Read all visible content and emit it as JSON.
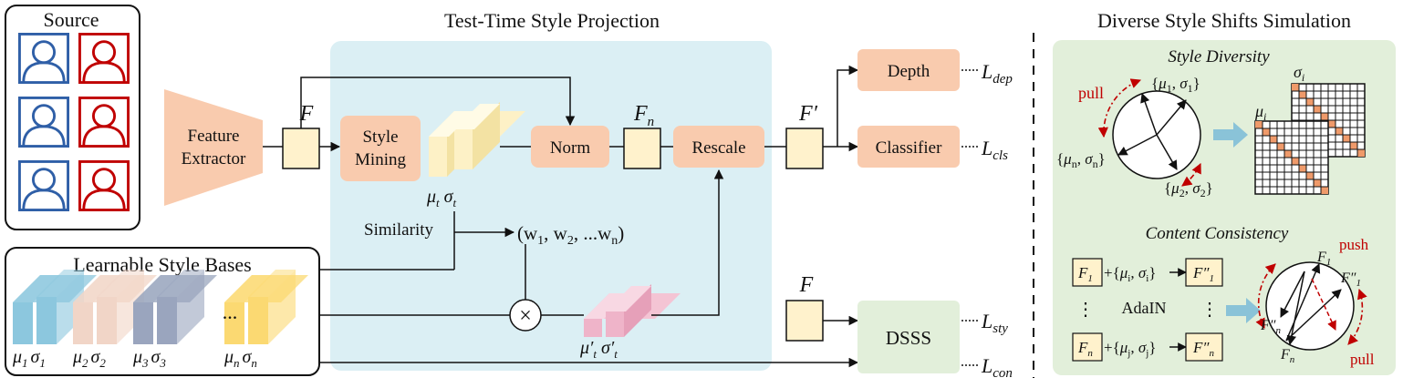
{
  "source": {
    "title": "Source",
    "faces": [
      {
        "color": "#2f5fa7"
      },
      {
        "color": "#c00000"
      },
      {
        "color": "#2f5fa7"
      },
      {
        "color": "#c00000"
      },
      {
        "color": "#2f5fa7"
      },
      {
        "color": "#c00000"
      }
    ]
  },
  "feature_extractor": {
    "line1": "Feature",
    "line2": "Extractor"
  },
  "F": "F",
  "ttsp": {
    "title": "Test-Time Style Projection",
    "style_mining_1": "Style",
    "style_mining_2": "Mining",
    "norm": "Norm",
    "Fn": "F",
    "Fn_sub": "n",
    "rescale": "Rescale",
    "mu_t": "μ",
    "t_sub": "t",
    "sigma_t": "σ",
    "similarity": "Similarity",
    "weights": "(w",
    "w1": "1",
    "w_mid1": ", w",
    "w2": "2",
    "w_mid2": ", ...w",
    "wn": "n",
    "w_end": ")",
    "times": "×",
    "mu_t_prime": "μ′",
    "sigma_t_prime": "σ′"
  },
  "bases": {
    "title": "Learnable Style Bases",
    "ellipsis": "...",
    "items": [
      {
        "mu": "μ",
        "sigma": "σ",
        "sub": "1",
        "color": "#8cc7de"
      },
      {
        "mu": "μ",
        "sigma": "σ",
        "sub": "2",
        "color": "#f1d5c7"
      },
      {
        "mu": "μ",
        "sigma": "σ",
        "sub": "3",
        "color": "#9aa5be"
      },
      {
        "mu": "μ",
        "sigma": "σ",
        "sub": "n",
        "color": "#fbd972"
      }
    ]
  },
  "heads": {
    "F_prime": "F′",
    "depth": "Depth",
    "classifier": "Classifier",
    "L": "L",
    "dep": "dep",
    "cls": "cls",
    "F_dsss": "F",
    "dsss": "DSSS",
    "sty": "sty",
    "con": "con"
  },
  "dsss": {
    "title": "Diverse Style Shifts Simulation",
    "style_diversity": "Style Diversity",
    "pull": "pull",
    "push": "push",
    "mu": "μ",
    "sigma": "σ",
    "i_sub": "i",
    "content_consistency": "Content Consistency",
    "adain": "AdaIN",
    "vdots": "⋮"
  },
  "colors": {
    "panel_blue": "#dbeff4",
    "panel_green": "#e2efda",
    "salmon": "#f9cbae",
    "cream": "#fff2cc",
    "arrow_light_blue": "#8ac3d8",
    "red_dash": "#c00000",
    "grid_orange": "#ef9a6a"
  }
}
